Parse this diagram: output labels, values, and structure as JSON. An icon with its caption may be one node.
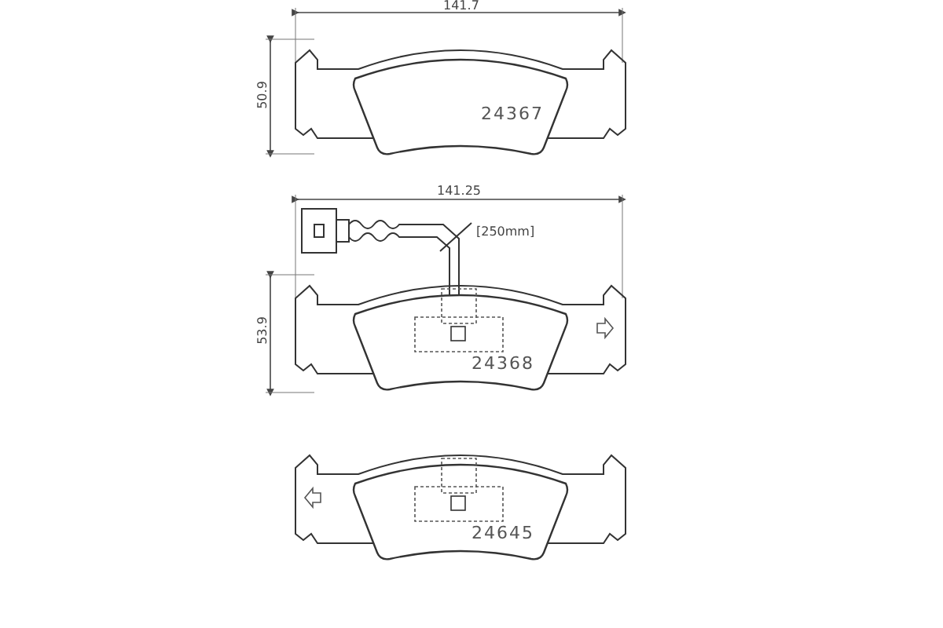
{
  "diagram": {
    "nodes": [
      {
        "text": [
          "24367"
        ]
      },
      {
        "text": [
          "24368"
        ]
      },
      {
        "text": [
          "24645"
        ]
      }
    ],
    "labels": [
      "141.7",
      "50.9",
      "141.25",
      "[250mm]",
      "53.9"
    ]
  }
}
